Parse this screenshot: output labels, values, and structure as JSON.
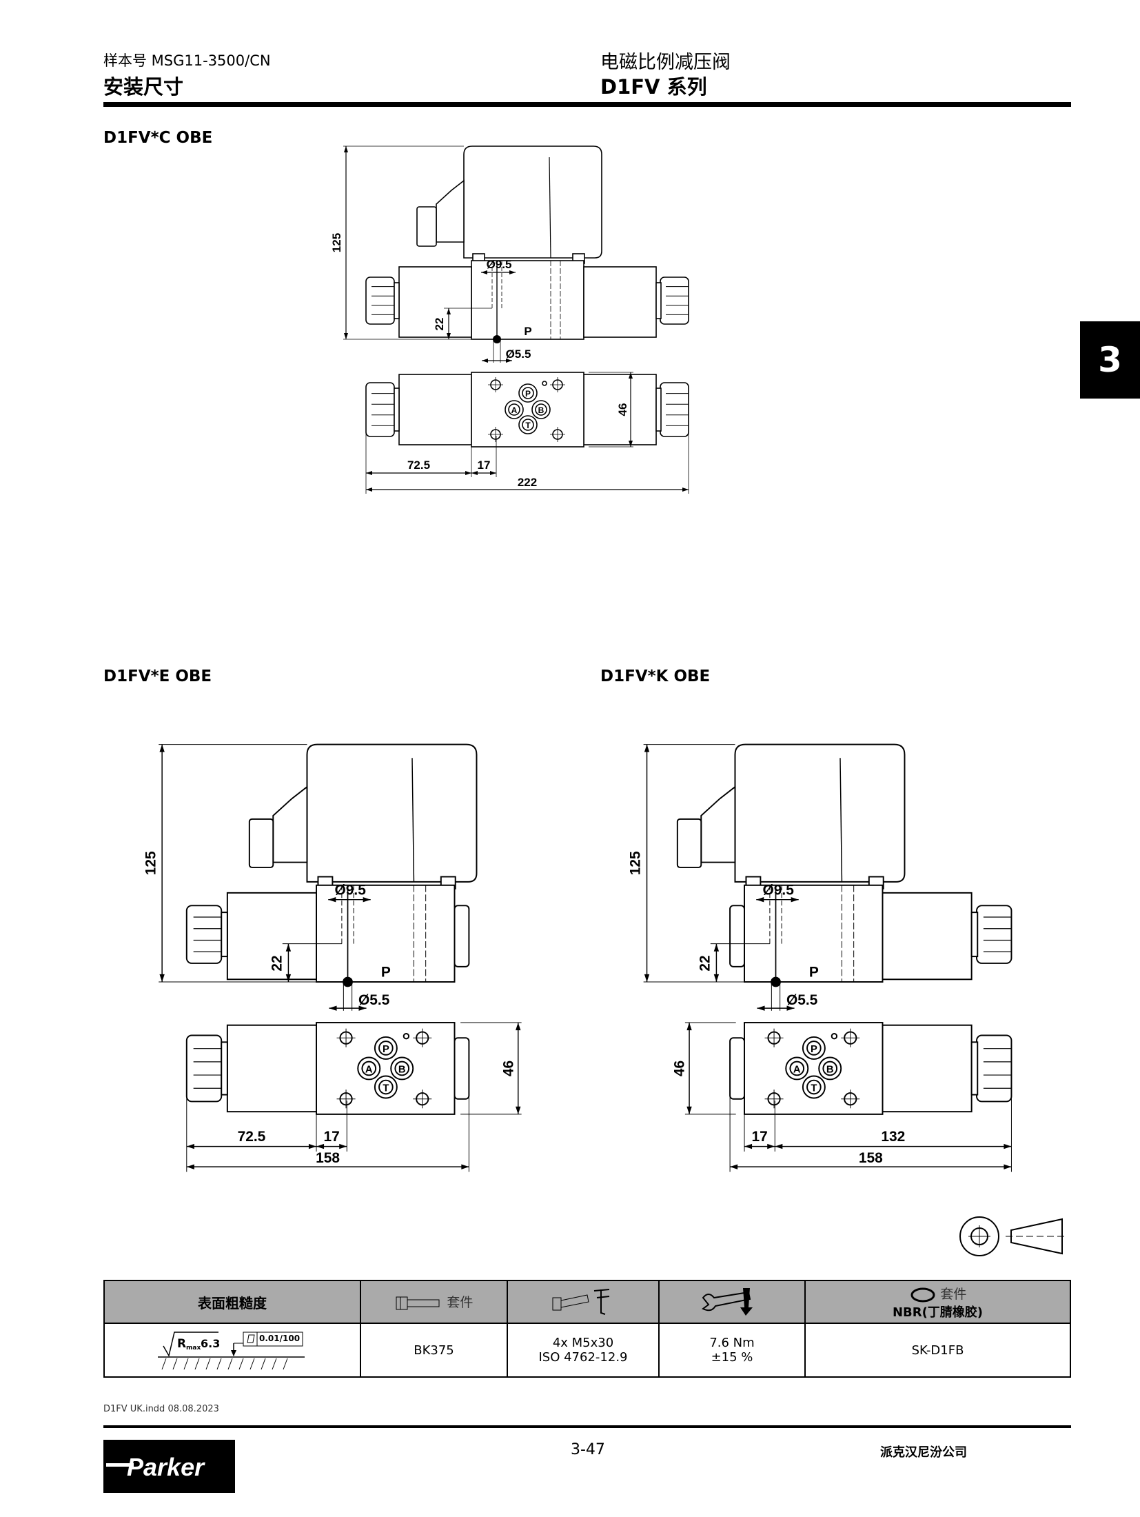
{
  "header": {
    "catalog": "样本号 MSG11-3500/CN",
    "section": "安装尺寸",
    "product": "电磁比例减压阀",
    "series": "D1FV 系列"
  },
  "tab": "3",
  "ports": [
    "P",
    "A",
    "B",
    "T"
  ],
  "drawings": [
    {
      "title": "D1FV*C OBE",
      "dims": {
        "h": "125",
        "d1": "Ø9.5",
        "d2": "22",
        "d3": "Ø5.5",
        "port": "P",
        "w": "46",
        "a": "72.5",
        "b": "17",
        "total": "222"
      }
    },
    {
      "title": "D1FV*E OBE",
      "dims": {
        "h": "125",
        "d1": "Ø9.5",
        "d2": "22",
        "d3": "Ø5.5",
        "port": "P",
        "w": "46",
        "a": "72.5",
        "b": "17",
        "total": "158"
      }
    },
    {
      "title": "D1FV*K OBE",
      "dims": {
        "h": "125",
        "d1": "Ø9.5",
        "d2": "22",
        "d3": "Ø5.5",
        "port": "P",
        "w": "46",
        "b": "17",
        "c": "132",
        "total": "158"
      }
    }
  ],
  "table": {
    "headers": {
      "roughness": "表面粗糙度",
      "kit": "套件",
      "seal_kit": "套件",
      "seal_material": "NBR(丁腈橡胶)"
    },
    "values": {
      "roughness_r": "R",
      "roughness_sub": "max",
      "roughness_val": "6.3",
      "flatness": "0.01/100",
      "bolt_kit": "BK375",
      "bolts_line1": "4x M5x30",
      "bolts_line2": "ISO 4762-12.9",
      "torque_line1": "7.6 Nm",
      "torque_line2": "±15 %",
      "seal_kit": "SK-D1FB"
    }
  },
  "footer": {
    "file": "D1FV UK.indd 08.08.2023",
    "page": "3-47",
    "company": "派克汉尼汾公司",
    "logo": "Parker"
  }
}
